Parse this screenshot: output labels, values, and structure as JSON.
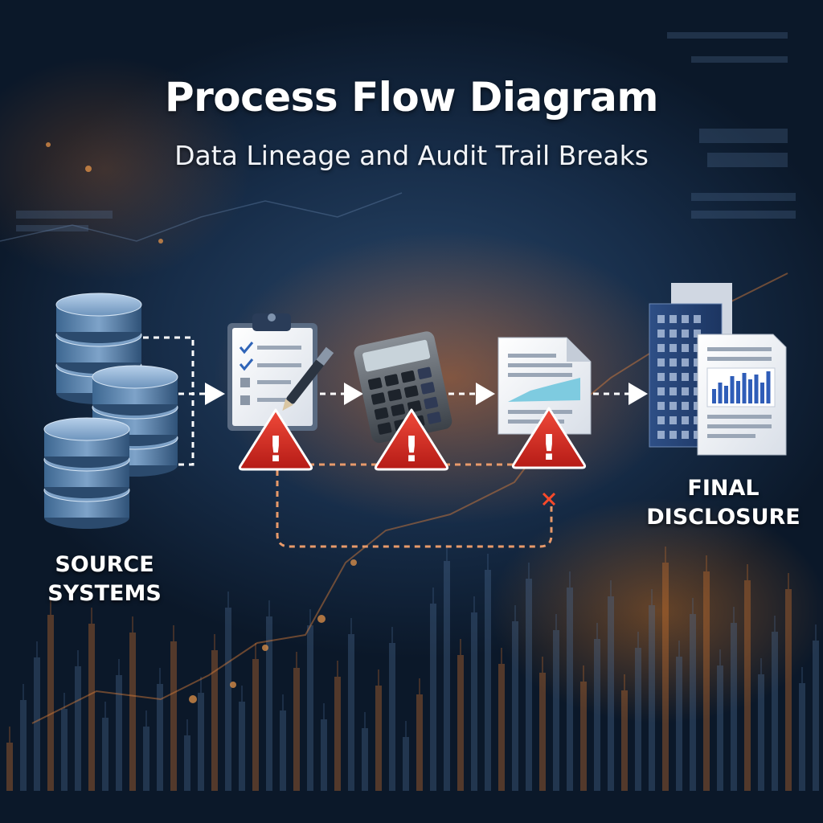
{
  "header": {
    "title": "Process Flow Diagram",
    "subtitle": "Data Lineage and Audit Trail Breaks"
  },
  "nodes": {
    "source": {
      "label_line1": "SOURCE",
      "label_line2": "SYSTEMS",
      "icon": "database-icon"
    },
    "input": {
      "icon": "clipboard-checklist-icon"
    },
    "calc": {
      "icon": "calculator-icon"
    },
    "report": {
      "icon": "report-document-icon"
    },
    "final": {
      "label_line1": "FINAL",
      "label_line2": "DISCLOSURE",
      "icon": "disclosure-documents-icon"
    }
  },
  "alerts": [
    {
      "icon": "warning-icon",
      "symbol": "!"
    },
    {
      "icon": "warning-icon",
      "symbol": "!"
    },
    {
      "icon": "warning-icon",
      "symbol": "!"
    }
  ],
  "colors": {
    "warning": "#d42a22",
    "audit_path": "#e89a6a",
    "flow_path": "#ffffff"
  }
}
